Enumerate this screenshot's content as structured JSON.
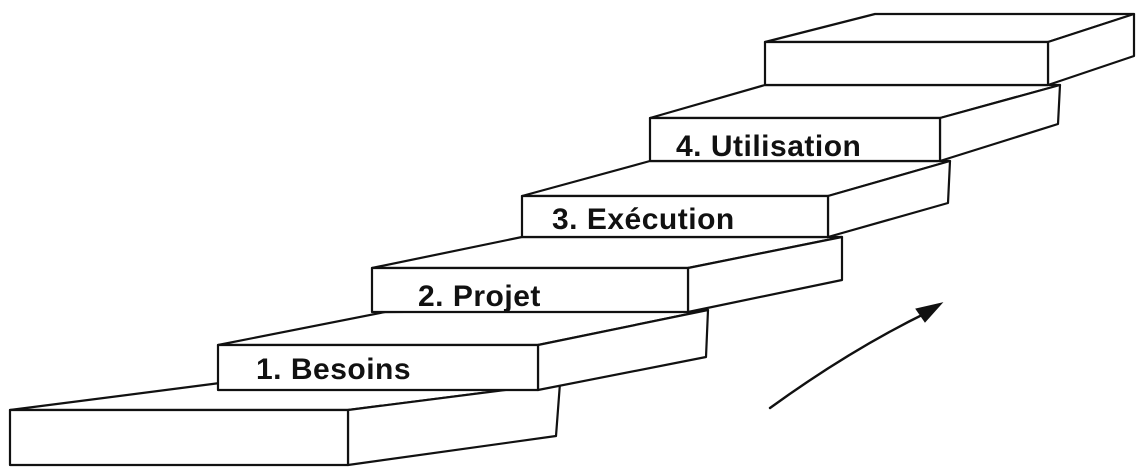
{
  "diagram": {
    "steps": [
      {
        "label": ""
      },
      {
        "label": "1.  Besoins"
      },
      {
        "label": "2.  Projet"
      },
      {
        "label": "3.  Exécution"
      },
      {
        "label": "4.  Utilisation"
      },
      {
        "label": ""
      }
    ],
    "colors": {
      "line": "#111111",
      "fill": "#ffffff",
      "background": "#ffffff"
    },
    "arrow_icon": "upward-curved-arrow-icon"
  }
}
